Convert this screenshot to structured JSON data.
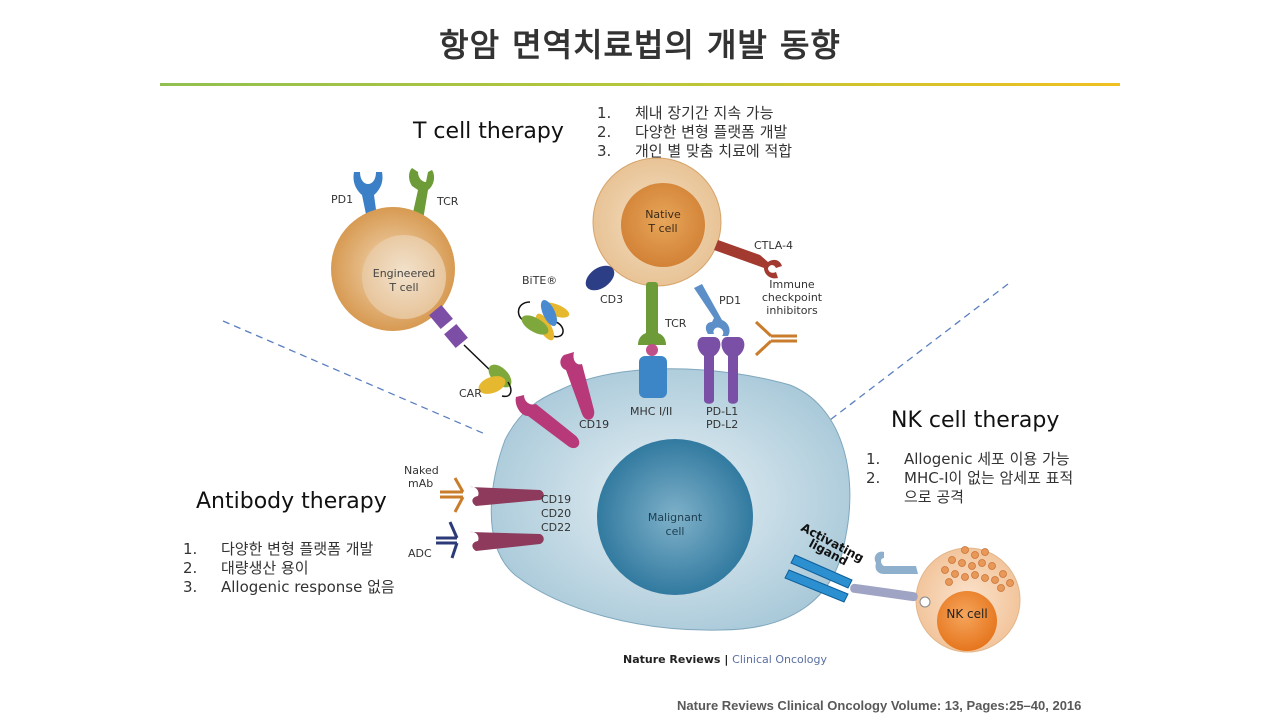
{
  "slide": {
    "title": "항암 면역치료법의 개발 동향",
    "rule_colors": {
      "start": "#92c050",
      "end": "#f0c020"
    }
  },
  "t_cell": {
    "heading": "T cell   therapy",
    "points": [
      {
        "num": "1.",
        "text": "체내 장기간 지속 가능"
      },
      {
        "num": "2.",
        "text": "다양한 변형 플랫폼 개발"
      },
      {
        "num": "3.",
        "text": "개인 별 맞춤 치료에 적합"
      }
    ]
  },
  "nk_cell": {
    "heading": "NK cell therapy",
    "points": [
      {
        "num": "1.",
        "text": "Allogenic 세포 이용 가능"
      },
      {
        "num": "2.",
        "text": "MHC-I이 없는 암세포 표적",
        "cont": "으로 공격"
      }
    ]
  },
  "antibody": {
    "heading": "Antibody therapy",
    "points": [
      {
        "num": "1.",
        "text": "다양한 변형 플랫폼 개발"
      },
      {
        "num": "2.",
        "text": "대량생산 용이"
      },
      {
        "num": "3.",
        "text": "Allogenic response 없음"
      }
    ]
  },
  "diagram": {
    "labels": {
      "engineered_cell": [
        "Engineered",
        "T cell"
      ],
      "native_cell": [
        "Native",
        "T cell"
      ],
      "malignant_cell": [
        "Malignant",
        "cell"
      ],
      "nk_cell": "NK cell",
      "pd1_engineered": "PD1",
      "tcr_engineered": "TCR",
      "bite": "BiTE®",
      "cd3": "CD3",
      "tcr_native": "TCR",
      "pd1_native": "PD1",
      "ctla4": "CTLA-4",
      "checkpoint": [
        "Immune",
        "checkpoint",
        "inhibitors"
      ],
      "car": "CAR",
      "cd19_top": "CD19",
      "mhc": "MHC I/II",
      "pdl": [
        "PD-L1",
        "PD-L2"
      ],
      "naked_mab": [
        "Naked",
        "mAb"
      ],
      "adc": "ADC",
      "cd_markers": [
        "CD19",
        "CD20",
        "CD22"
      ],
      "activating_ligand": [
        "Activating",
        "ligand"
      ]
    },
    "colors": {
      "tcell_outer": "#e9c59a",
      "tcell_inner": "#d8903e",
      "malignant_outer": "#c6dce6",
      "malignant_inner": "#3f85a8",
      "nk_outer": "#f7d2b0",
      "nk_inner": "#ee8a3a",
      "dashed": "#5a7fc0"
    }
  },
  "footer": {
    "journal_brand": "Nature Reviews",
    "journal_separator": " | ",
    "journal_section": "Clinical Oncology",
    "citation": "Nature Reviews Clinical Oncology Volume: 13, Pages:25–40, 2016"
  }
}
